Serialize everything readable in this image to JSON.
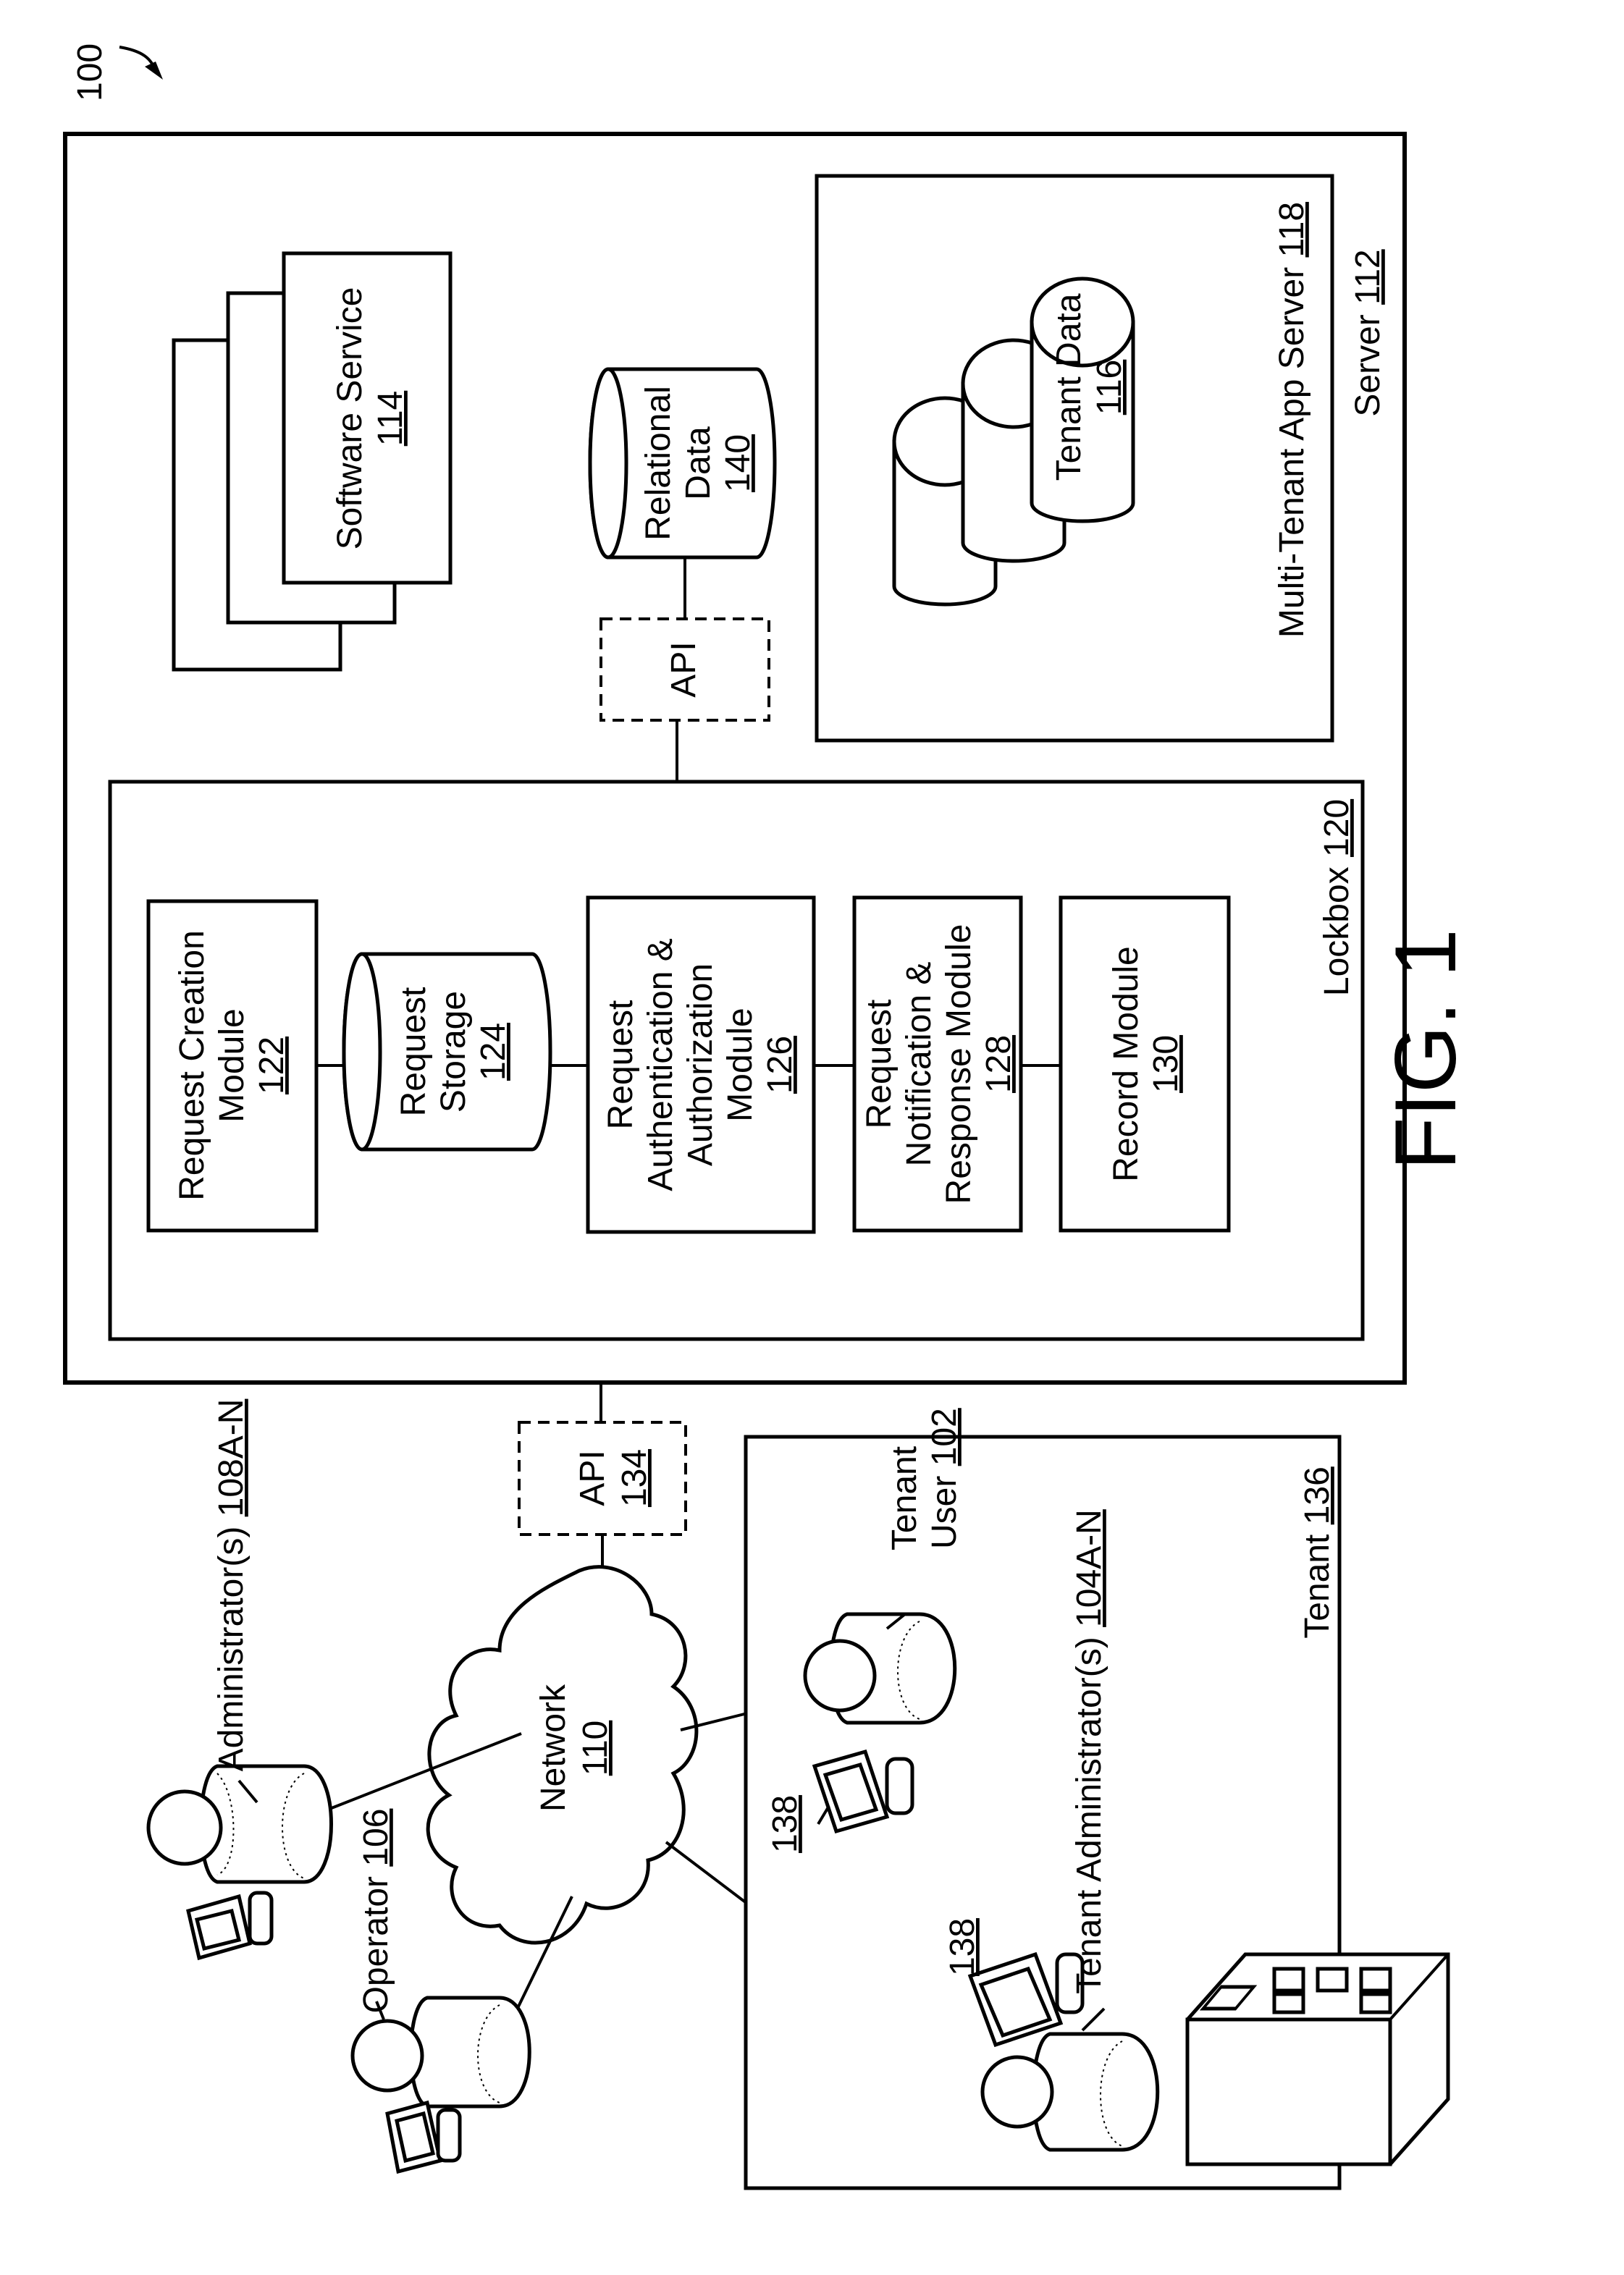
{
  "figure": {
    "ref_number": "100",
    "caption": "FIG. 1"
  },
  "server": {
    "label": "Server",
    "ref": "112"
  },
  "software_service": {
    "label": "Software Service",
    "ref": "114"
  },
  "relational_data": {
    "line1": "Relational",
    "line2": "Data",
    "ref": "140"
  },
  "api_inner": {
    "label": "API"
  },
  "multi_tenant_app_server": {
    "label": "Multi-Tenant App Server",
    "ref": "118"
  },
  "tenant_data": {
    "label": "Tenant Data",
    "ref": "116"
  },
  "lockbox": {
    "label": "Lockbox",
    "ref": "120"
  },
  "modules": {
    "request_creation": {
      "line1": "Request Creation",
      "line2": "Module",
      "ref": "122"
    },
    "request_storage": {
      "line1": "Request",
      "line2": "Storage",
      "ref": "124"
    },
    "request_auth": {
      "line1": "Request",
      "line2": "Authentication &",
      "line3": "Authorization",
      "line4": "Module",
      "ref": "126"
    },
    "request_notification": {
      "line1": "Request",
      "line2": "Notification &",
      "line3": "Response Module",
      "ref": "128"
    },
    "record": {
      "line1": "Record Module",
      "ref": "130"
    }
  },
  "api_outer": {
    "label": "API",
    "ref": "134"
  },
  "network": {
    "label": "Network",
    "ref": "110"
  },
  "administrators": {
    "label": "Administrator(s)",
    "ref": "108A-N"
  },
  "operator": {
    "label": "Operator",
    "ref": "106"
  },
  "tenant": {
    "label": "Tenant",
    "ref": "136"
  },
  "tenant_user": {
    "line1": "Tenant",
    "line2": "User",
    "ref": "102"
  },
  "tenant_admins": {
    "label": "Tenant Administrator(s)",
    "ref": "104A-N"
  },
  "device_ref_a": "138",
  "device_ref_b": "138"
}
